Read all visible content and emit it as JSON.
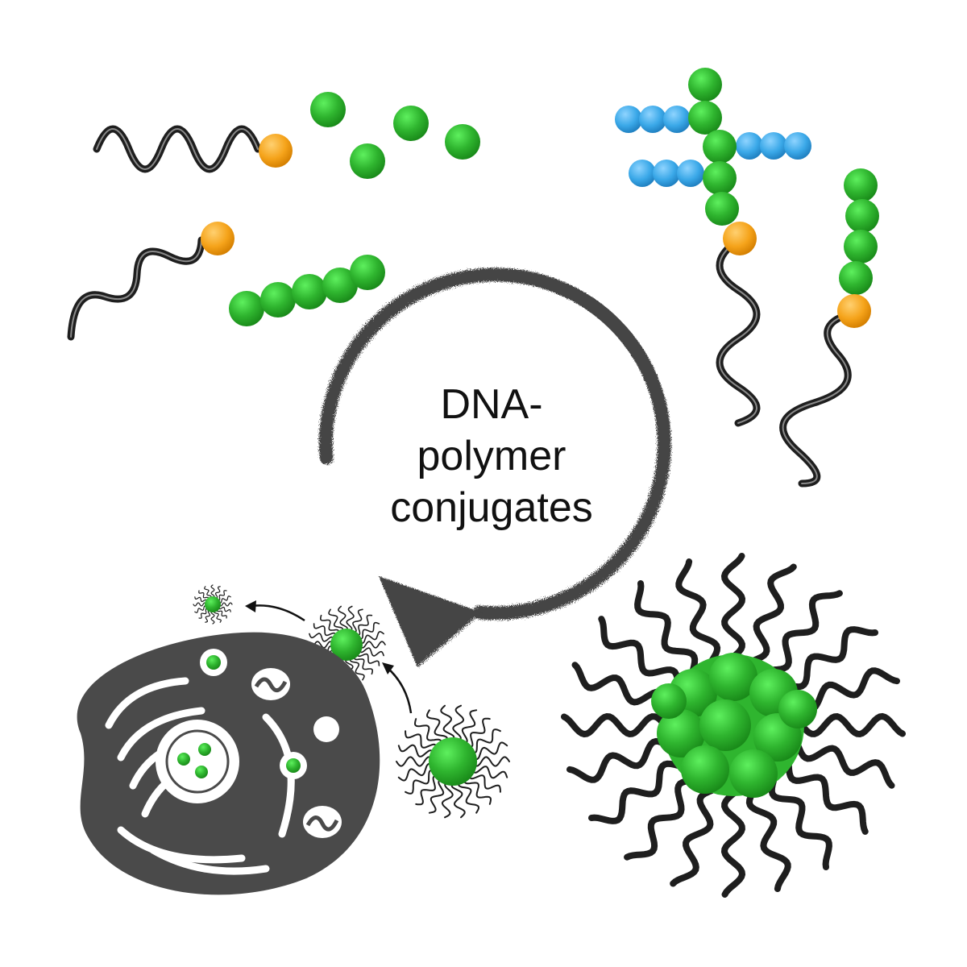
{
  "label": {
    "lines": [
      "DNA-",
      "polymer",
      "conjugates"
    ]
  },
  "colors": {
    "background": "#ffffff",
    "dna_strand": "#1e1e1e",
    "dna_highlight": "#8a8a8a",
    "monomer_green": "#2fb52f",
    "monomer_green_light": "#4fe04f",
    "monomer_blue": "#3aa8e8",
    "linker_orange": "#f5a31a",
    "cell_body": "#4a4a4a",
    "cycle_arrow": "#444444"
  },
  "icons": {
    "cycle_arrow": "circular-arrow-icon",
    "monomer": "green-sphere-icon",
    "side_chain_monomer": "blue-sphere-icon",
    "linker": "orange-sphere-icon",
    "dna": "helix-icon",
    "micelle": "spherical-nucleic-acid-icon",
    "cell": "cell-icon"
  }
}
